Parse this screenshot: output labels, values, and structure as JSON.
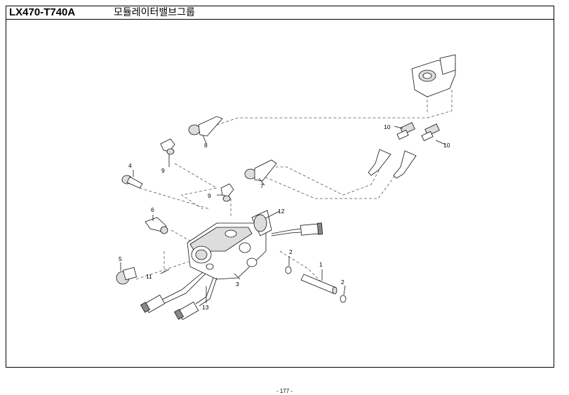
{
  "header": {
    "model_code": "LX470-T740A",
    "title": "모듈레이터밸브그룹"
  },
  "callouts": [
    {
      "id": "c1",
      "label": "1"
    },
    {
      "id": "c2a",
      "label": "2"
    },
    {
      "id": "c2b",
      "label": "2"
    },
    {
      "id": "c3",
      "label": "3"
    },
    {
      "id": "c4",
      "label": "4"
    },
    {
      "id": "c5",
      "label": "5"
    },
    {
      "id": "c6",
      "label": "6"
    },
    {
      "id": "c7",
      "label": "7"
    },
    {
      "id": "c8",
      "label": "8"
    },
    {
      "id": "c9a",
      "label": "9"
    },
    {
      "id": "c9b",
      "label": "9"
    },
    {
      "id": "c10a",
      "label": "10"
    },
    {
      "id": "c10b",
      "label": "10"
    },
    {
      "id": "c11",
      "label": "11"
    },
    {
      "id": "c12",
      "label": "12"
    },
    {
      "id": "c13",
      "label": "13"
    }
  ],
  "footer": {
    "page_number": "- 177 -"
  }
}
